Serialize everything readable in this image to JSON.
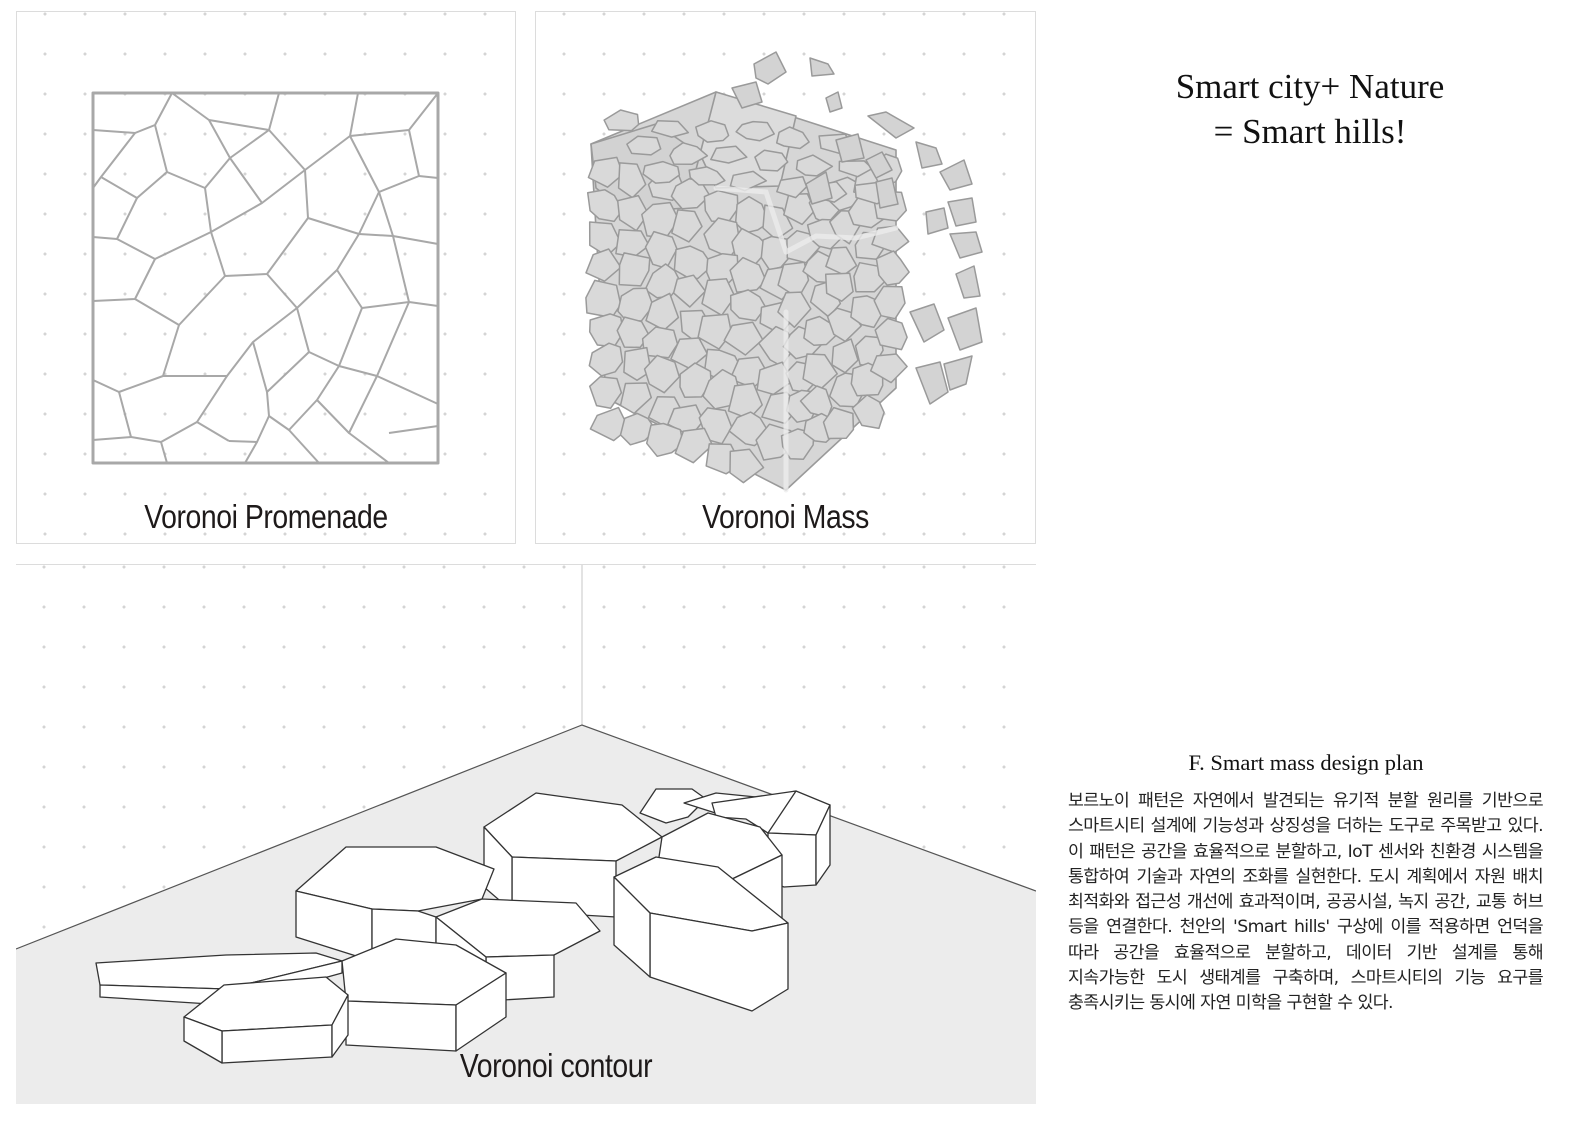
{
  "headline": {
    "line1": "Smart city+ Nature",
    "line2": "= Smart hills!"
  },
  "panels": {
    "promenade": {
      "caption": "Voronoi Promenade"
    },
    "mass": {
      "caption": "Voronoi Mass"
    },
    "contour": {
      "caption": "Voronoi contour"
    }
  },
  "plan": {
    "title": "F. Smart mass design plan",
    "body": "보르노이 패턴은 자연에서 발견되는 유기적 분할 원리를 기반으로 스마트시티 설계에 기능성과 상징성을 더하는 도구로 주목받고 있다. 이 패턴은 공간을 효율적으로 분할하고, IoT 센서와 친환경 시스템을 통합하여 기술과 자연의 조화를 실현한다. 도시 계획에서 자원 배치 최적화와 접근성 개선에 효과적이며, 공공시설, 녹지 공간, 교통 허브 등을 연결한다. 천안의 'Smart hills' 구상에 이를 적용하면 언덕을 따라 공간을 효율적으로 분할하고, 데이터 기반 설계를 통해 지속가능한 도시 생태계를 구축하며, 스마트시티의 기능 요구를 충족시키는 동시에 자연 미학을 구현할 수 있다."
  },
  "colors": {
    "cell_stroke": "#a8a8a8",
    "mass_fill": "#d6d6d6",
    "floor_fill": "#ececec",
    "line_dark": "#333333"
  }
}
